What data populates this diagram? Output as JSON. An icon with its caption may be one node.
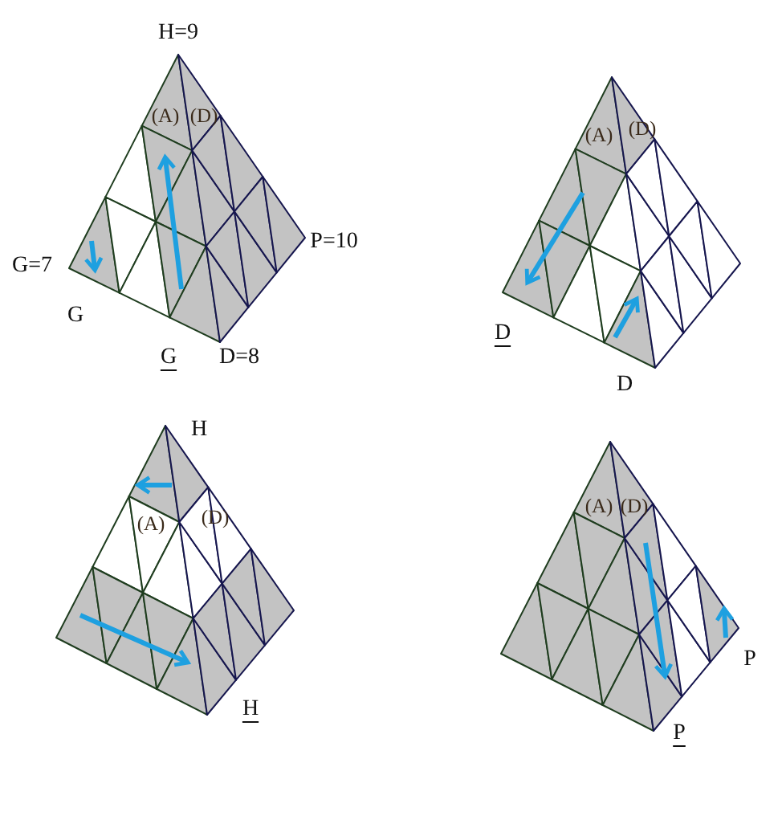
{
  "diagram": {
    "labels": [
      "H=9",
      "(A)",
      "(D)",
      "P=10",
      "G=7",
      "G",
      "G",
      "D=8",
      "(A)",
      "(D)",
      "D",
      "D",
      "H",
      "(A)",
      "(D)",
      "H",
      "(A)",
      "(D)",
      "P",
      "P"
    ]
  }
}
